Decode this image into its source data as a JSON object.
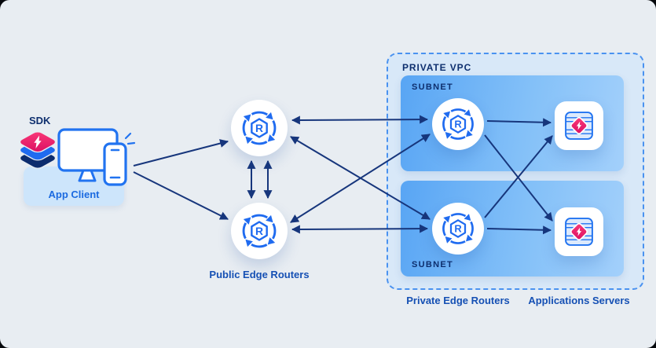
{
  "colors": {
    "canvas_background": "#e8edf2",
    "arrow": "#17367c",
    "accent_blue": "#1f6bf0",
    "accent_pink": "#e01062",
    "caption_blue": "#1550b4",
    "navy": "#0e2f6e",
    "vpc_fill": "#d8e8f8",
    "vpc_border": "#4a92f0",
    "subnet_fill_start": "#58a5f4",
    "subnet_fill_end": "#a3d0fb"
  },
  "icons": {
    "router_letter": "R",
    "names": [
      "sdk-stack-icon",
      "app-client-device-icon",
      "router-icon",
      "app-server-icon"
    ]
  },
  "client": {
    "sdk_label": "SDK",
    "app_client_label": "App Client"
  },
  "public_edge": {
    "caption": "Public Edge Routers"
  },
  "vpc": {
    "label": "PRIVATE VPC",
    "subnets": [
      {
        "label": "SUBNET"
      },
      {
        "label": "SUBNET"
      }
    ],
    "private_edge_caption": "Private Edge Routers",
    "app_servers_caption": "Applications Servers"
  }
}
